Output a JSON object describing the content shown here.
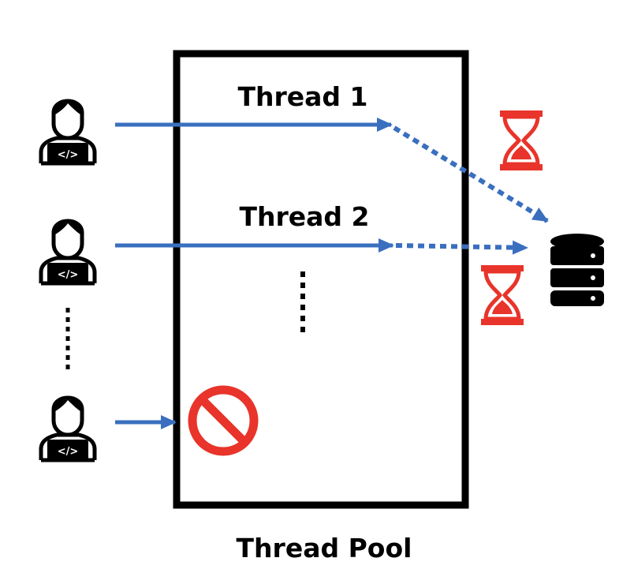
{
  "diagram": {
    "threads": [
      {
        "label": "Thread 1"
      },
      {
        "label": "Thread 2"
      }
    ],
    "pool_label": "Thread Pool",
    "user_icon_text": "</>",
    "icons": {
      "user": "developer-laptop-icon",
      "wait": "hourglass-icon",
      "blocked": "no-entry-icon",
      "database": "database-icon"
    },
    "colors": {
      "arrow": "#3a6fbf",
      "wait": "#e8342a",
      "blocked": "#e8342a",
      "ink": "#000000"
    }
  }
}
